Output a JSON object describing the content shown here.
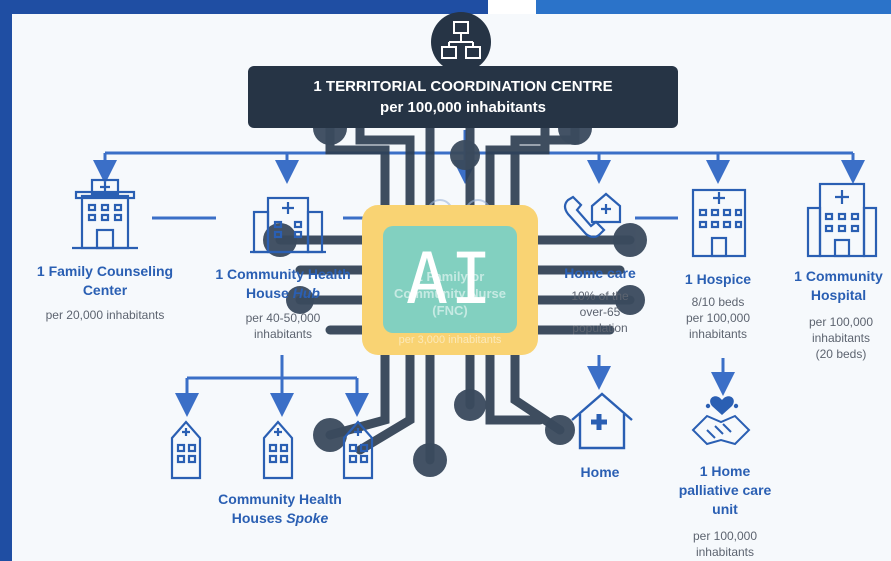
{
  "title": {
    "line1": "1 TERRITORIAL COORDINATION CENTRE",
    "line2": "per 100,000 inhabitants"
  },
  "family_counseling": {
    "name_line1": "1 Family Counseling",
    "name_line2": "Center",
    "detail": "per 20,000 inhabitants"
  },
  "community_health_hub": {
    "name_line1": "1 Community Health",
    "name_line2_a": "House ",
    "name_line2_b": "Hub",
    "detail_line1": "per 40-50,000",
    "detail_line2": "inhabitants"
  },
  "family_nurse": {
    "name_line1": "1 Family or",
    "name_line2": "Community Nurse",
    "name_line3": "(FNC)",
    "detail": "per 3,000 inhabitants"
  },
  "home_care": {
    "name": "Home care",
    "detail_line1": "10% of the",
    "detail_line2": "over-65",
    "detail_line3": "population"
  },
  "hospice": {
    "name": "1 Hospice",
    "detail_line1": "8/10 beds",
    "detail_line2": "per 100,000",
    "detail_line3": "inhabitants"
  },
  "community_hospital": {
    "name_line1": "1 Community",
    "name_line2": "Hospital",
    "detail_line1": "per 100,000",
    "detail_line2": "inhabitants",
    "detail_line3": "(20 beds)"
  },
  "spoke": {
    "name_line1": "Community Health",
    "name_line2_a": "Houses ",
    "name_line2_b": "Spoke"
  },
  "home": {
    "name": "Home"
  },
  "palliative": {
    "name_line1": "1 Home",
    "name_line2": "palliative care",
    "name_line3": "unit",
    "detail_line1": "per 100,000",
    "detail_line2": "inhabitants"
  },
  "ai_label": "AI",
  "colors": {
    "frame_blue": "#1f4ea3",
    "label_blue": "#2a5fb3",
    "connector_blue": "#3b6fc7",
    "title_bg": "#263445",
    "circuit": "#2f3f52",
    "ai_yellow": "#f9d373",
    "ai_teal": "#77cfc7"
  },
  "icons": [
    "network-icon",
    "building-icon",
    "hospital-icon",
    "phone-house-icon",
    "house-icon",
    "hands-heart-icon"
  ]
}
